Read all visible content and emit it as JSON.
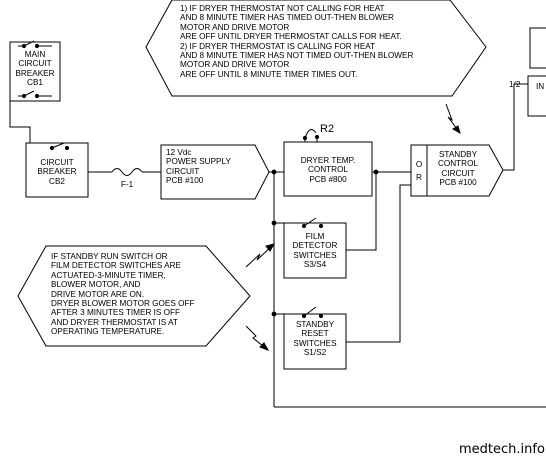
{
  "blocks": {
    "main_breaker": [
      "MAIN",
      "CIRCUIT",
      "BREAKER",
      "CB1"
    ],
    "circuit_breaker": [
      "CIRCUIT",
      "BREAKER",
      "CB2"
    ],
    "fuse": "F-1",
    "power_supply": [
      "12  Vdc",
      "POWER SUPPLY",
      "CIRCUIT",
      "PCB  #100"
    ],
    "thermostat": [
      "DRYER TEMP.",
      "CONTROL",
      "PCB  #800"
    ],
    "thermostat_ref": "R2",
    "or_label": [
      "O",
      "R"
    ],
    "standby_control": [
      "STANDBY",
      "CONTROL",
      "CIRCUIT",
      "PCB  #100"
    ],
    "film_detector": [
      "FILM",
      "DETECTOR",
      "SWITCHES",
      "S3/S4"
    ],
    "standby_reset": [
      "STANDBY",
      "RESET",
      "SWITCHES",
      "S1/S2"
    ],
    "half_label": "1/2",
    "partial_right": "IN"
  },
  "notes": {
    "top": [
      "1)    IF DRYER THERMOSTAT NOT CALLING FOR HEAT",
      "        AND 8 MINUTE TIMER HAS TIMED OUT-THEN BLOWER",
      "        MOTOR AND DRIVE MOTOR",
      "        ARE OFF UNTIL DRYER THERMOSTAT CALLS FOR HEAT.",
      "2)    IF DRYER THERMOSTAT IS CALLING FOR HEAT",
      "        AND 8 MINUTE TIMER HAS NOT TIMED OUT-THEN BLOWER",
      "        MOTOR AND DRIVE MOTOR",
      "        ARE OFF UNTIL 8 MINUTE TIMER TIMES OUT."
    ],
    "left": [
      "IF STANDBY RUN SWITCH OR",
      "FILM DETECTOR SWITCHES ARE",
      "ACTUATED-3-MINUTE TIMER,",
      "BLOWER MOTOR, AND",
      "DRIVE MOTOR ARE ON.",
      "DRYER BLOWER MOTOR GOES OFF",
      "AFTER 3 MINUTES TIMER IS OFF",
      "AND DRYER THERMOSTAT IS AT",
      "OPERATING TEMPERATURE."
    ]
  },
  "watermark": "medtech.info",
  "colors": {
    "line": "#000000",
    "background": "#ffffff"
  }
}
